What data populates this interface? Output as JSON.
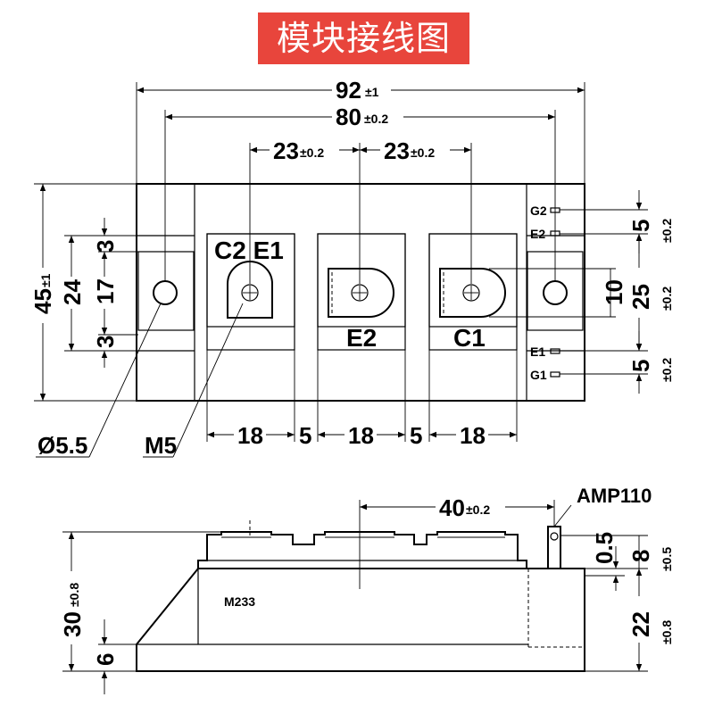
{
  "title": "模块接线图",
  "top_view": {
    "dims": {
      "overall_width": "92",
      "overall_width_tol": "±1",
      "mount_pitch": "80",
      "mount_pitch_tol": "±0.2",
      "terminal_pitch_left": "23",
      "terminal_pitch_left_tol": "±0.2",
      "terminal_pitch_right": "23",
      "terminal_pitch_right_tol": "±0.2",
      "overall_height": "45",
      "overall_height_tol": "±1",
      "inner_24": "24",
      "inner_17": "17",
      "gap_3_top": "3",
      "gap_3_bottom": "3",
      "block_18_a": "18",
      "gap_5_a": "5",
      "block_18_b": "18",
      "gap_5_b": "5",
      "block_18_c": "18",
      "right_5_top": "5",
      "right_5_top_tol": "±0.2",
      "right_10": "10",
      "right_25": "25",
      "right_25_tol": "±0.2",
      "right_5_bottom": "5",
      "right_5_bottom_tol": "±0.2",
      "hole_dia": "Ø5.5",
      "screw": "M5"
    },
    "terminal_labels": {
      "c2e1": "C2 E1",
      "e2": "E2",
      "c1": "C1"
    },
    "gate_pins": {
      "g2": "G2",
      "e2": "E2",
      "e1": "E1",
      "g1": "G1"
    }
  },
  "side_view": {
    "dims": {
      "term_pitch": "40",
      "term_pitch_tol": "±0.2",
      "connector": "AMP110",
      "pin_05": "0.5",
      "pin_8": "8",
      "pin_8_tol": "±0.5",
      "height_30": "30",
      "height_30_tol": "±0.8",
      "base_6": "6",
      "right_22": "22",
      "right_22_tol": "±0.8"
    },
    "part_marking": "M233"
  }
}
